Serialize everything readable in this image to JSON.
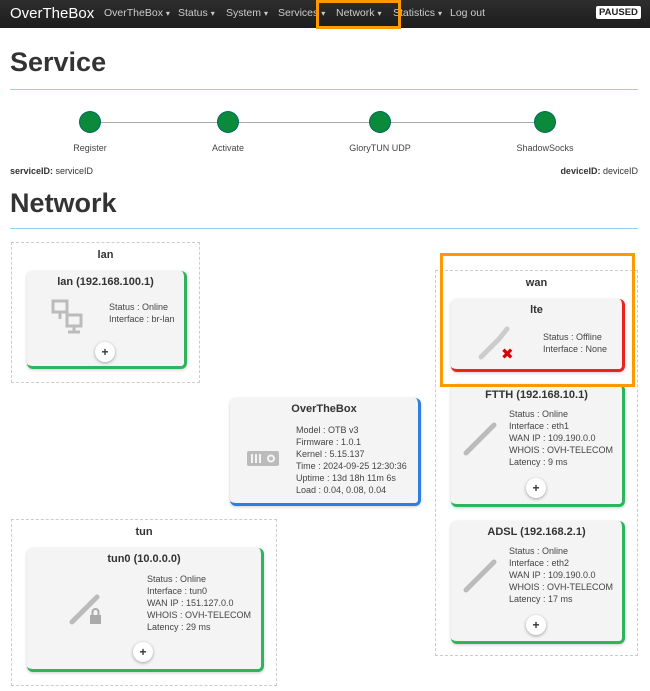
{
  "nav": {
    "brand": "OverTheBox",
    "items": [
      "OverTheBox",
      "Status",
      "System",
      "Services",
      "Network",
      "Statistics",
      "Log out"
    ],
    "badge": "PAUSED"
  },
  "service": {
    "title": "Service",
    "steps": [
      "Register",
      "Activate",
      "GloryTUN UDP",
      "ShadowSocks"
    ],
    "service_id_label": "serviceID:",
    "service_id": "serviceID",
    "device_id_label": "deviceID:",
    "device_id": "deviceID"
  },
  "network": {
    "title": "Network",
    "lan": {
      "group": "lan",
      "title": "lan (192.168.100.1)",
      "lines": [
        "Status : Online",
        "Interface : br-lan"
      ]
    },
    "wan": {
      "group": "wan",
      "lte": {
        "title": "lte",
        "lines": [
          "Status : Offline",
          "Interface : None"
        ]
      },
      "ftth": {
        "title": "FTTH (192.168.10.1)",
        "lines": [
          "Status : Online",
          "Interface : eth1",
          "WAN IP : 109.190.0.0",
          "WHOIS : OVH-TELECOM",
          "Latency : 9 ms"
        ]
      },
      "adsl": {
        "title": "ADSL (192.168.2.1)",
        "lines": [
          "Status : Online",
          "Interface : eth2",
          "WAN IP : 109.190.0.0",
          "WHOIS : OVH-TELECOM",
          "Latency : 17 ms"
        ]
      }
    },
    "otb": {
      "title": "OverTheBox",
      "lines": [
        "Model : OTB v3",
        "Firmware : 1.0.1",
        "Kernel : 5.15.137",
        "Time : 2024-09-25 12:30:36",
        "Uptime : 13d 18h 11m 6s",
        "Load : 0.04, 0.08, 0.04"
      ]
    },
    "tun": {
      "group": "tun",
      "title": "tun0 (10.0.0.0)",
      "lines": [
        "Status : Online",
        "Interface : tun0",
        "WAN IP : 151.127.0.0",
        "WHOIS : OVH-TELECOM",
        "Latency : 29 ms"
      ]
    }
  },
  "colors": {
    "online": "#2cb55a",
    "offline": "#e8241c",
    "box": "#2d7ee0",
    "highlight": "#ff9900",
    "step": "#0a8a3a"
  }
}
